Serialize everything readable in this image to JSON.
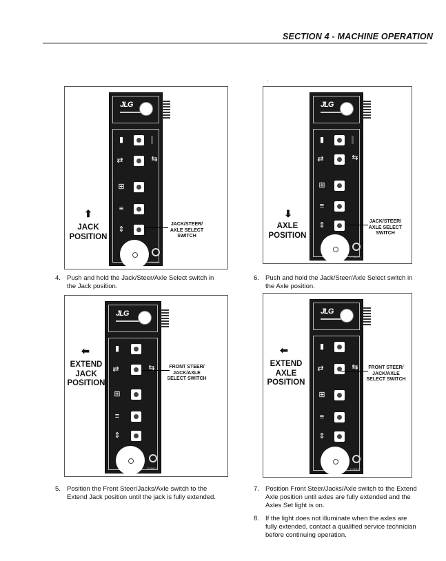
{
  "header": {
    "title": "SECTION 4 - MACHINE OPERATION"
  },
  "page_dot": ".",
  "panel": {
    "logo": "JLG",
    "plate": "1706813"
  },
  "figures": [
    {
      "label": [
        "JACK",
        "POSITION"
      ],
      "arrow": "⬆",
      "callout": [
        "JACK/STEER/",
        "AXLE SELECT",
        "SWITCH"
      ]
    },
    {
      "label": [
        "AXLE",
        "POSITION"
      ],
      "arrow": "⬇",
      "callout": [
        "JACK/STEER/",
        "AXLE SELECT",
        "SWITCH"
      ]
    },
    {
      "label": [
        "EXTEND",
        "JACK",
        "POSITION"
      ],
      "arrow": "⬅",
      "callout": [
        "FRONT STEER/",
        "JACK/AXLE",
        "SELECT SWITCH"
      ]
    },
    {
      "label": [
        "EXTEND",
        "AXLE",
        "POSITION"
      ],
      "arrow": "⬅",
      "callout": [
        "FRONT STEER/",
        "JACK/AXLE",
        "SELECT SWITCH"
      ]
    }
  ],
  "steps": [
    {
      "num": "4.",
      "lines": [
        "Push and hold the Jack/Steer/Axle Select switch in",
        "the Jack position."
      ]
    },
    {
      "num": "6.",
      "lines": [
        "Push and hold the Jack/Steer/Axle Select switch in",
        "the Axle position."
      ]
    },
    {
      "num": "5.",
      "lines": [
        "Position the Front Steer/Jacks/Axle switch to the",
        "Extend Jack position until the jack is fully extended."
      ]
    },
    {
      "num": "7.",
      "lines": [
        "Position Front Steer/Jacks/Axle switch to the Extend",
        "Axle position until axles are fully extended and the",
        "Axles Set light is on."
      ]
    },
    {
      "num": "8.",
      "lines": [
        "If the light does not illuminate when the axles are",
        "fully extended, contact a qualified service technician",
        "before continuing operation."
      ]
    }
  ]
}
